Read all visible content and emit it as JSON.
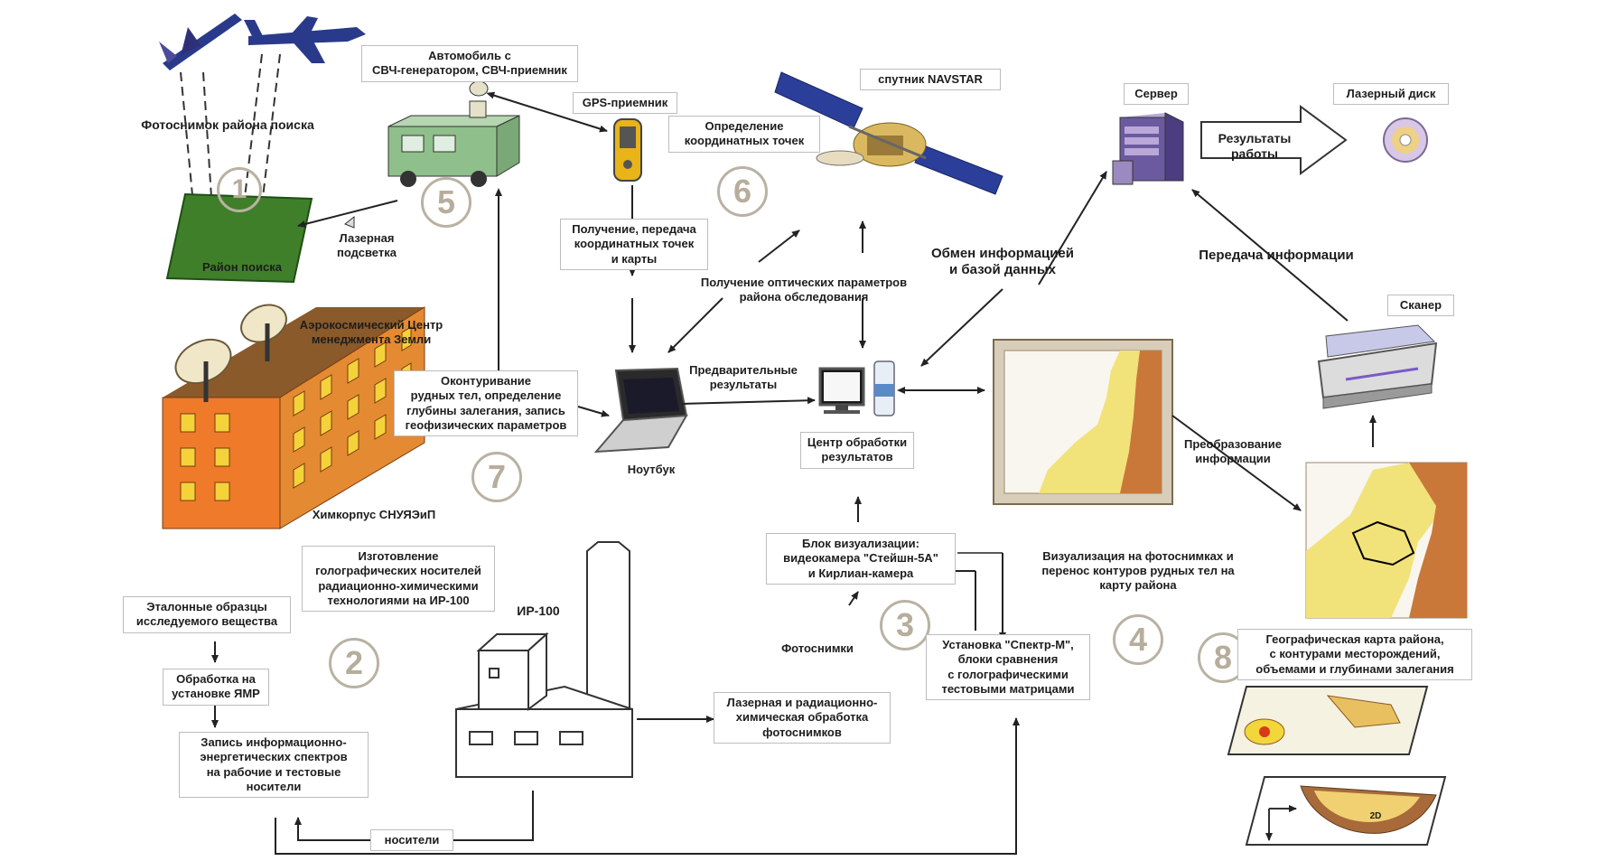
{
  "labels": {
    "photo_area": "Фотоснимок района поиска",
    "car": "Автомобиль с\nСВЧ-генератором, СВЧ-приемник",
    "gps": "GPS-приемник",
    "navstar": "спутник NAVSTAR",
    "coords_def": "Определение\nкоординатных точек",
    "server": "Сервер",
    "laser_disk": "Лазерный диск",
    "results_work": "Результаты работы",
    "laser_light": "Лазерная\nподсветка",
    "search_area": "Район поиска",
    "get_coords": "Получение, передача\nкоординатных точек\nи карты",
    "optical": "Получение оптических параметров\nрайона обследования",
    "exchange": "Обмен информацией\nи базой данных",
    "transfer": "Передача информации",
    "scanner": "Сканер",
    "aero_center": "Аэрокосмический Центр\nменеджмента Земли",
    "contouring": "Оконтуривание\nрудных тел, определение\nглубины залегания, запись\nгеофизических параметров",
    "prelim": "Предварительные\nрезультаты",
    "proc_center": "Центр обработки\nрезультатов",
    "laptop": "Ноутбук",
    "conversion": "Преобразование\nинформации",
    "chem_building": "Химкорпус СНУЯЭиП",
    "holo": "Изготовление\nголографических носителей\nрадиационно-химическими\nтехнологиями на ИР-100",
    "ir100": "ИР-100",
    "vis_block": "Блок визуализации:\nвидеокамера \"Стейшн-5А\"\nи Кирлиан-камера",
    "vis_photos": "Визуализация на фотоснимках и\nперенос контуров рудных тел на\nкарту района",
    "reference": "Эталонные образцы\nисследуемого вещества",
    "nmr": "Обработка на\nустановке ЯМР",
    "photos": "Фотоснимки",
    "spektr": "Установка \"Спектр-М\",\nблоки сравнения\nс голографическими\nтестовыми матрицами",
    "geo_map": "Географическая карта района,\nс контурами месторождений,\nобъемами и глубинами залегания",
    "record": "Запись информационно-\nэнергетических спектров\nна рабочие и тестовые\nносители",
    "laser_chem": "Лазерная и радиационно-\nхимическая обработка\nфотоснимков",
    "carriers": "носители",
    "label_2d": "2D"
  },
  "numbers": [
    "1",
    "2",
    "3",
    "4",
    "5",
    "6",
    "7",
    "8"
  ],
  "colors": {
    "building_front": "#ee7a2a",
    "building_side": "#e38a33",
    "building_roof": "#8a5a2a",
    "window": "#f4d23a",
    "car": "#8fbf8a",
    "area_green": "#3f7f2a",
    "map_yellow": "#f2e27a",
    "map_brown": "#c9783a",
    "number_circle": "#b9b2a3",
    "arrow": "#222222"
  },
  "icons": [
    "satellite-icon",
    "airplane-icon",
    "car-icon",
    "gps-receiver-icon",
    "navstar-satellite-icon",
    "server-icon",
    "laser-disk-icon",
    "scanner-icon",
    "laptop-icon",
    "computer-icon",
    "factory-icon",
    "dish-antenna-icon",
    "map-icon",
    "geo-model-icon"
  ]
}
